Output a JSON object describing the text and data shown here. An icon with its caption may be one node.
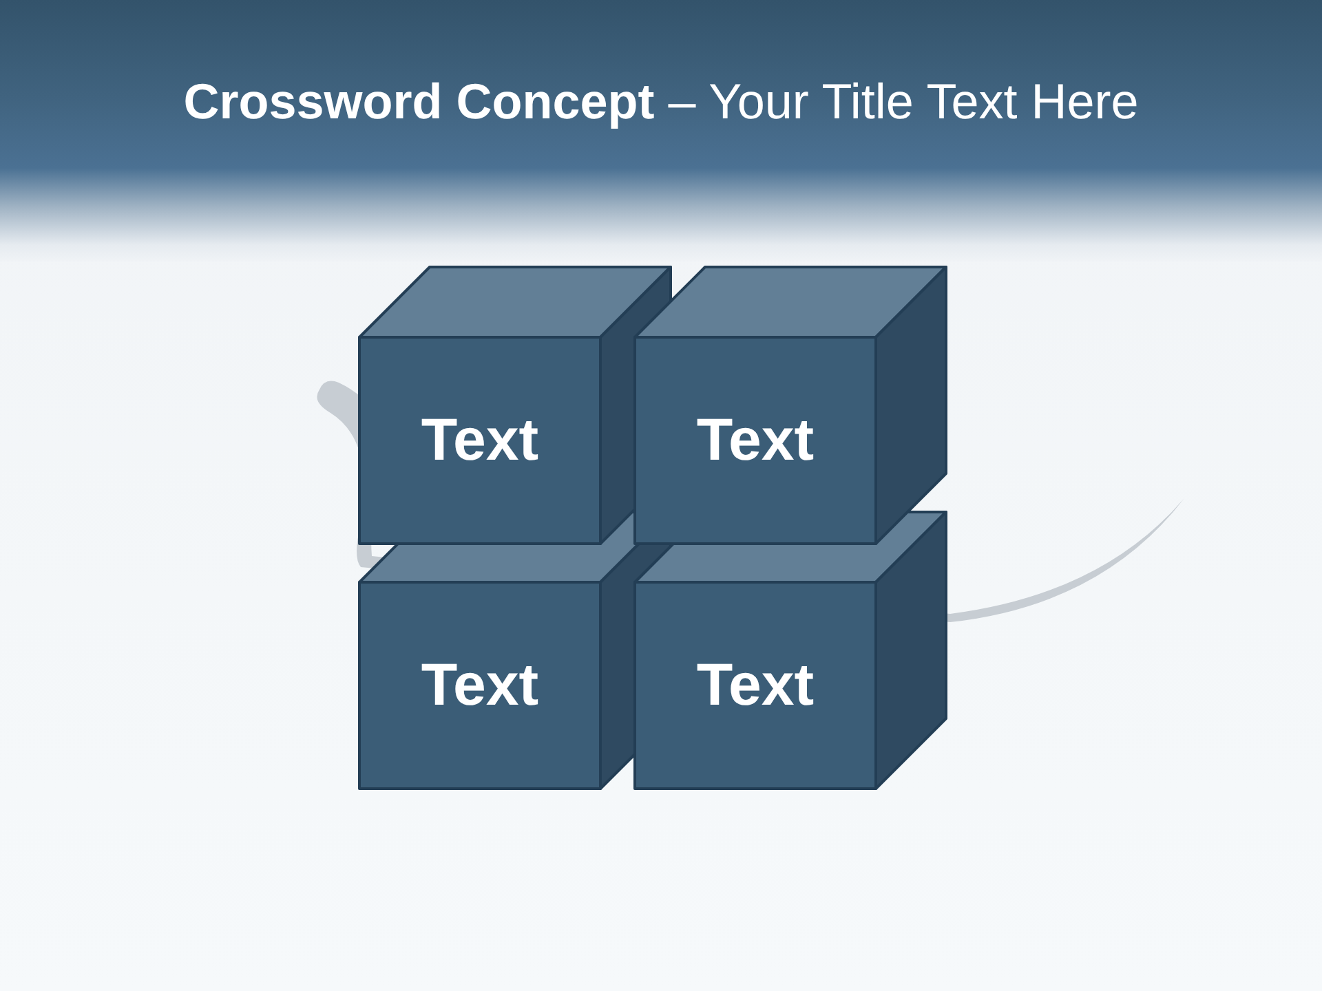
{
  "diagram": {
    "title": "**Crossword Concept** – Your Title Text Here",
    "nodes": [
      {
        "text": [
          "Text"
        ]
      },
      {
        "text": [
          "Text"
        ]
      },
      {
        "text": [
          "Text"
        ]
      },
      {
        "text": [
          "Text"
        ]
      }
    ]
  }
}
